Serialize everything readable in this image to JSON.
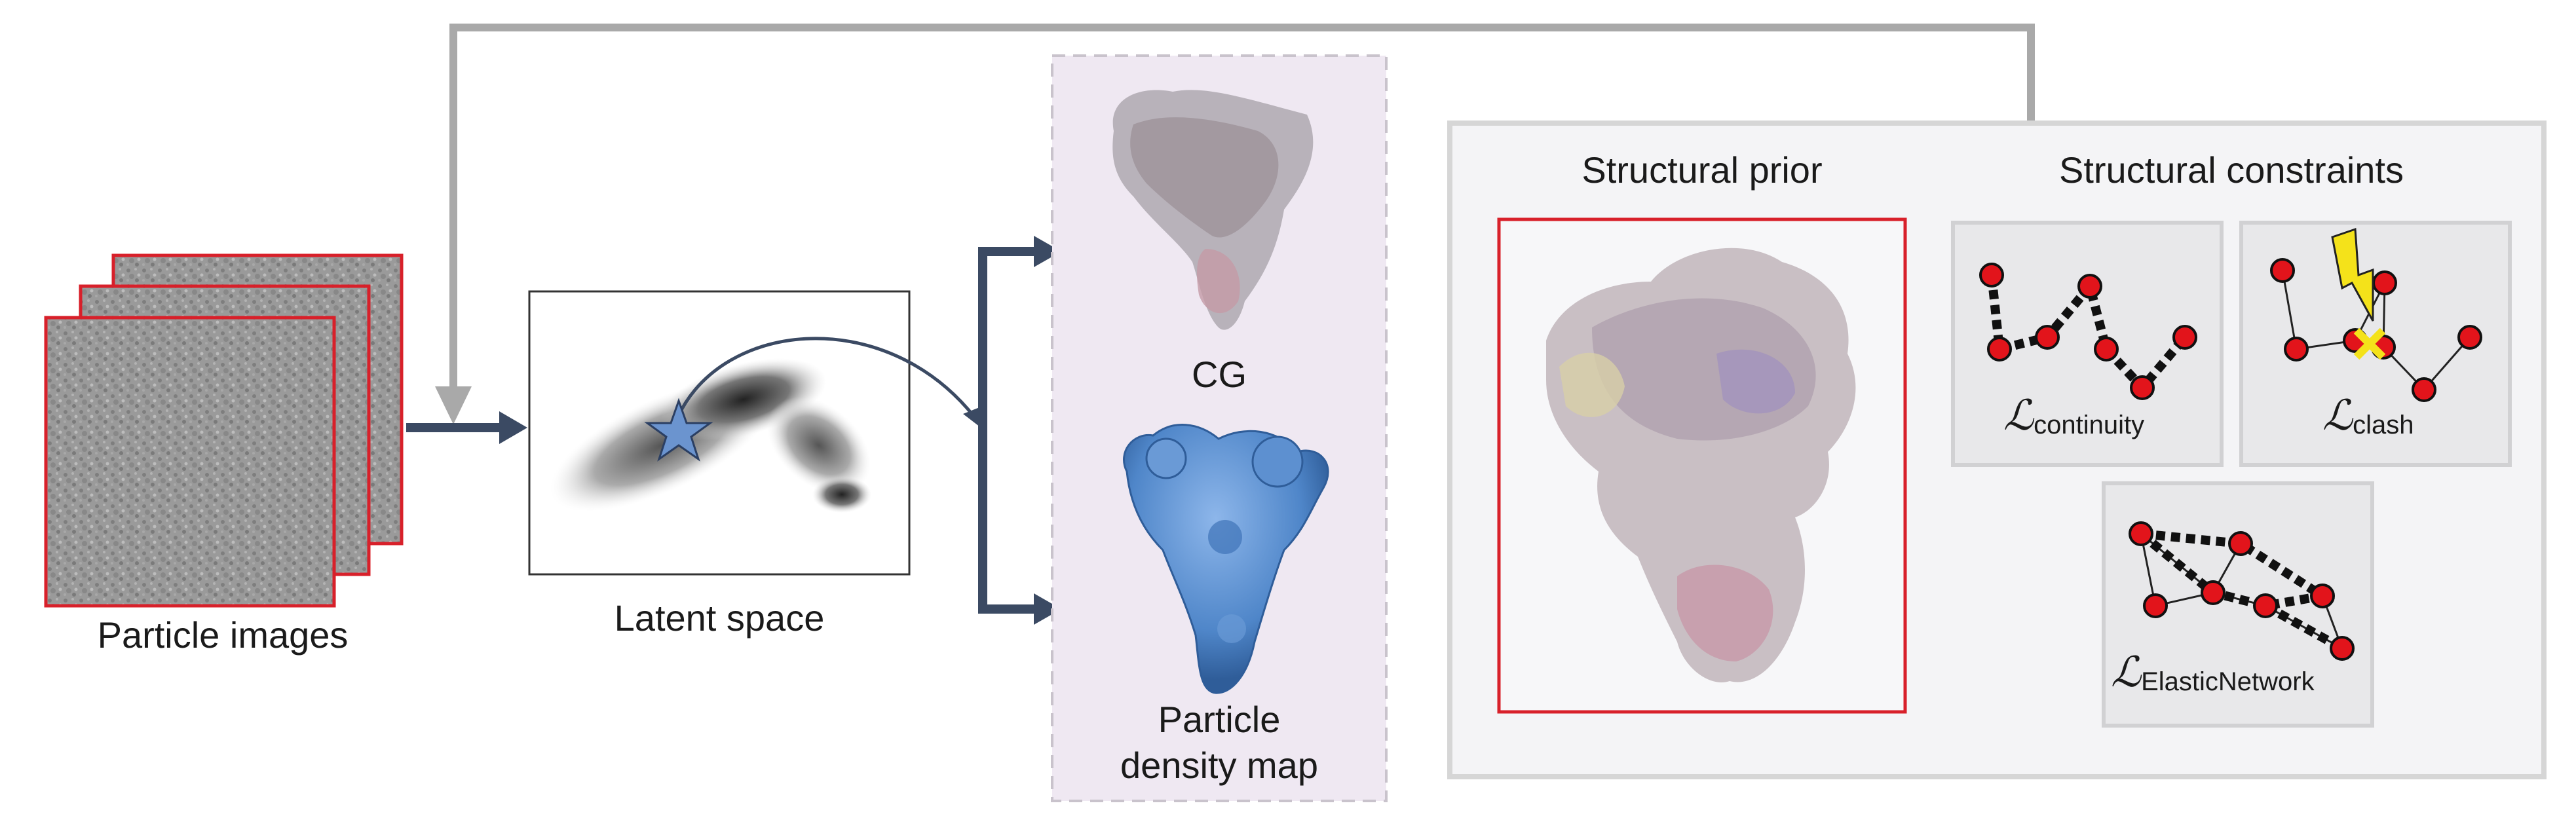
{
  "labels": {
    "particle_images": "Particle images",
    "latent_space": "Latent space",
    "cg": "CG",
    "density_line1": "Particle",
    "density_line2": "density map",
    "structural_prior": "Structural prior",
    "structural_constraints": "Structural constraints"
  },
  "losses": {
    "symbol": "ℒ",
    "continuity": "continuity",
    "clash": "clash",
    "elastic": "ElasticNetwork"
  },
  "colors": {
    "arrow_dark": "#3b4a63",
    "arrow_gray": "#a9a9a9",
    "red_border": "#d8202a",
    "bead_red": "#e2141b",
    "density_blue": "#4f86c9",
    "lilac_bg": "#efe8f2",
    "panel_bg": "#f4f4f6"
  },
  "icons": {
    "star": "star-icon",
    "lightning": "lightning-bolt-icon",
    "clash_x": "x-mark-icon"
  }
}
